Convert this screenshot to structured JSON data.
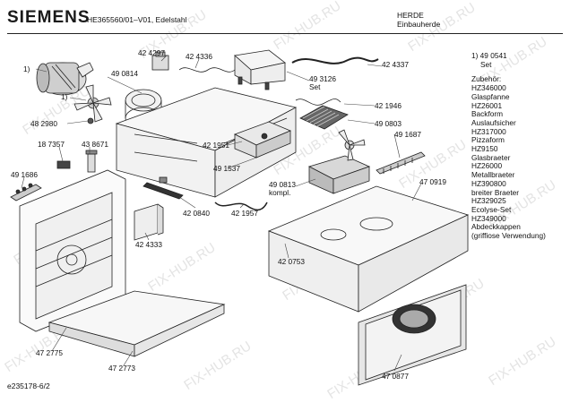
{
  "header": {
    "brand": "SIEMENS",
    "model": "HE365560/01–V01, Edelstahl",
    "category_line1": "HERDE",
    "category_line2": "Einbauherde"
  },
  "side_panel": {
    "line1": "1) 49 0541",
    "line2": "Set",
    "accessories_title": "Zubehör:",
    "items": [
      "HZ346000",
      "Glaspfanne",
      "HZ26001",
      "Backform",
      "Auslaufsicher",
      "HZ317000",
      "Pizzaform",
      "HZ9150",
      "Glasbraeter",
      "HZ26000",
      "Metallbraeter",
      "HZ390800",
      "breiter Braeter",
      "HZ329025",
      "Ecolyse-Set",
      "HZ349000",
      "Abdeckkappen",
      "(griffiose Verwendung)"
    ]
  },
  "part_labels": {
    "p1": "1)",
    "p_424297": "42 4297",
    "p_424336": "42 4336",
    "p_490814": "49 0814",
    "p_493126": "49 3126",
    "p_set": "Set",
    "p_424337": "42 4337",
    "p_1b": "1)",
    "p_482980": "48 2980",
    "p_421946": "42 1946",
    "p_490803": "49 0803",
    "p_187357": "18 7357",
    "p_438671": "43 8671",
    "p_421951": "42 1951",
    "p_491687": "49 1687",
    "p_491686": "49 1686",
    "p_491537": "49 1537",
    "p_490813": "49 0813",
    "p_kompl": "kompl.",
    "p_470919": "47 0919",
    "p_420840": "42 0840",
    "p_421957": "42 1957",
    "p_424333": "42 4333",
    "p_420753": "42 0753",
    "p_472775": "47 2775",
    "p_472773": "47 2773",
    "p_470877": "47 0877"
  },
  "footer": {
    "code": "e235178-6/2"
  },
  "watermark": "FIX-HUB.RU"
}
